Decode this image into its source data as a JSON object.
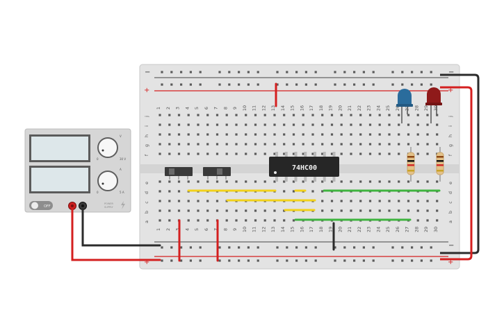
{
  "power_supply": {
    "off_label": "OFF",
    "voltage_unit": "V",
    "current_unit": "A",
    "voltage_max": "30 V",
    "current_max": "5 A",
    "knob_min": "0",
    "brand_lines": [
      "SUPPLY",
      "POWER"
    ],
    "terminal_colors": {
      "positive": "#cc1f1f",
      "negative": "#333333"
    }
  },
  "breadboard": {
    "columns_top": [
      "1",
      "2",
      "3",
      "4",
      "5",
      "6",
      "7",
      "8",
      "9",
      "10",
      "11",
      "12",
      "13",
      "14",
      "15",
      "16",
      "17",
      "18",
      "19",
      "20",
      "21",
      "22",
      "23",
      "24",
      "25",
      "26",
      "27",
      "28",
      "29",
      "30"
    ],
    "rows_top": [
      "j",
      "i",
      "h",
      "g",
      "f"
    ],
    "rows_bottom": [
      "e",
      "d",
      "c",
      "b",
      "a"
    ],
    "rail_minus": "−",
    "rail_plus": "+"
  },
  "chip": {
    "label": "74HC00",
    "pins_per_side": 7
  },
  "leds": [
    {
      "name": "blue-led",
      "color": "#2a6c9c"
    },
    {
      "name": "red-led",
      "color": "#8f1a1a"
    }
  ],
  "wire_colors": {
    "red": "#d41f1f",
    "black": "#2b2b2b",
    "yellow": "#f2d21b",
    "green": "#3fb43f"
  }
}
